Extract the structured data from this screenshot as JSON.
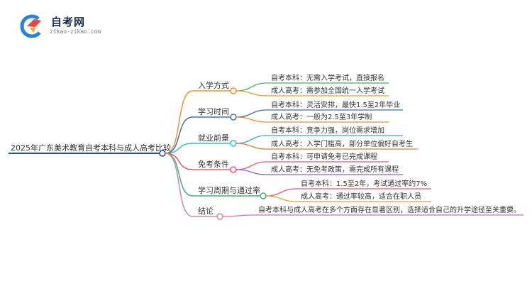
{
  "logo": {
    "title": "自考网",
    "url": "zikao-zikao.com"
  },
  "colors": {
    "root_line": "#2a4a8a",
    "branches": [
      "#f0932b",
      "#4a6fb0",
      "#2fc0c8",
      "#e85a71",
      "#3cb371",
      "#c98aa8"
    ],
    "leaves": [
      [
        "#4fae5f",
        "#e0a030"
      ],
      [
        "#3a6fb8",
        "#f08a30"
      ],
      [
        "#2fb0c0",
        "#e07a30"
      ],
      [
        "#e85a71",
        "#9060c0"
      ],
      [
        "#e85a71",
        "#e0a030"
      ],
      [
        "#e868b0"
      ]
    ]
  },
  "mindmap": {
    "root": "2025年广东美术教育自考本科与成人高考比较",
    "branches": [
      {
        "label": "入学方式",
        "leaves": [
          "自考本科：无需入学考试，直接报名",
          "成人高考：需参加全国统一入学考试"
        ]
      },
      {
        "label": "学习时间",
        "leaves": [
          "自考本科：灵活安排，最快1.5至2年毕业",
          "成人高考：一般为2.5至3年学制"
        ]
      },
      {
        "label": "就业前景",
        "leaves": [
          "自考本科：竞争力强，岗位需求增加",
          "成人高考：入学门槛高，部分单位偏好自考生"
        ]
      },
      {
        "label": "免考条件",
        "leaves": [
          "自考本科：可申请免考已完成课程",
          "成人高考：无免考政策，需完成所有课程"
        ]
      },
      {
        "label": "学习周期与通过率",
        "leaves": [
          "自考本科：1.5至2年，考试通过率约7%",
          "成人高考：通过率较高，适合在职人员"
        ]
      },
      {
        "label": "结论",
        "leaves": [
          "自考本科与成人高考在多个方面存在显著区别，选择适合自己的升学途径至关重要。"
        ]
      }
    ]
  }
}
